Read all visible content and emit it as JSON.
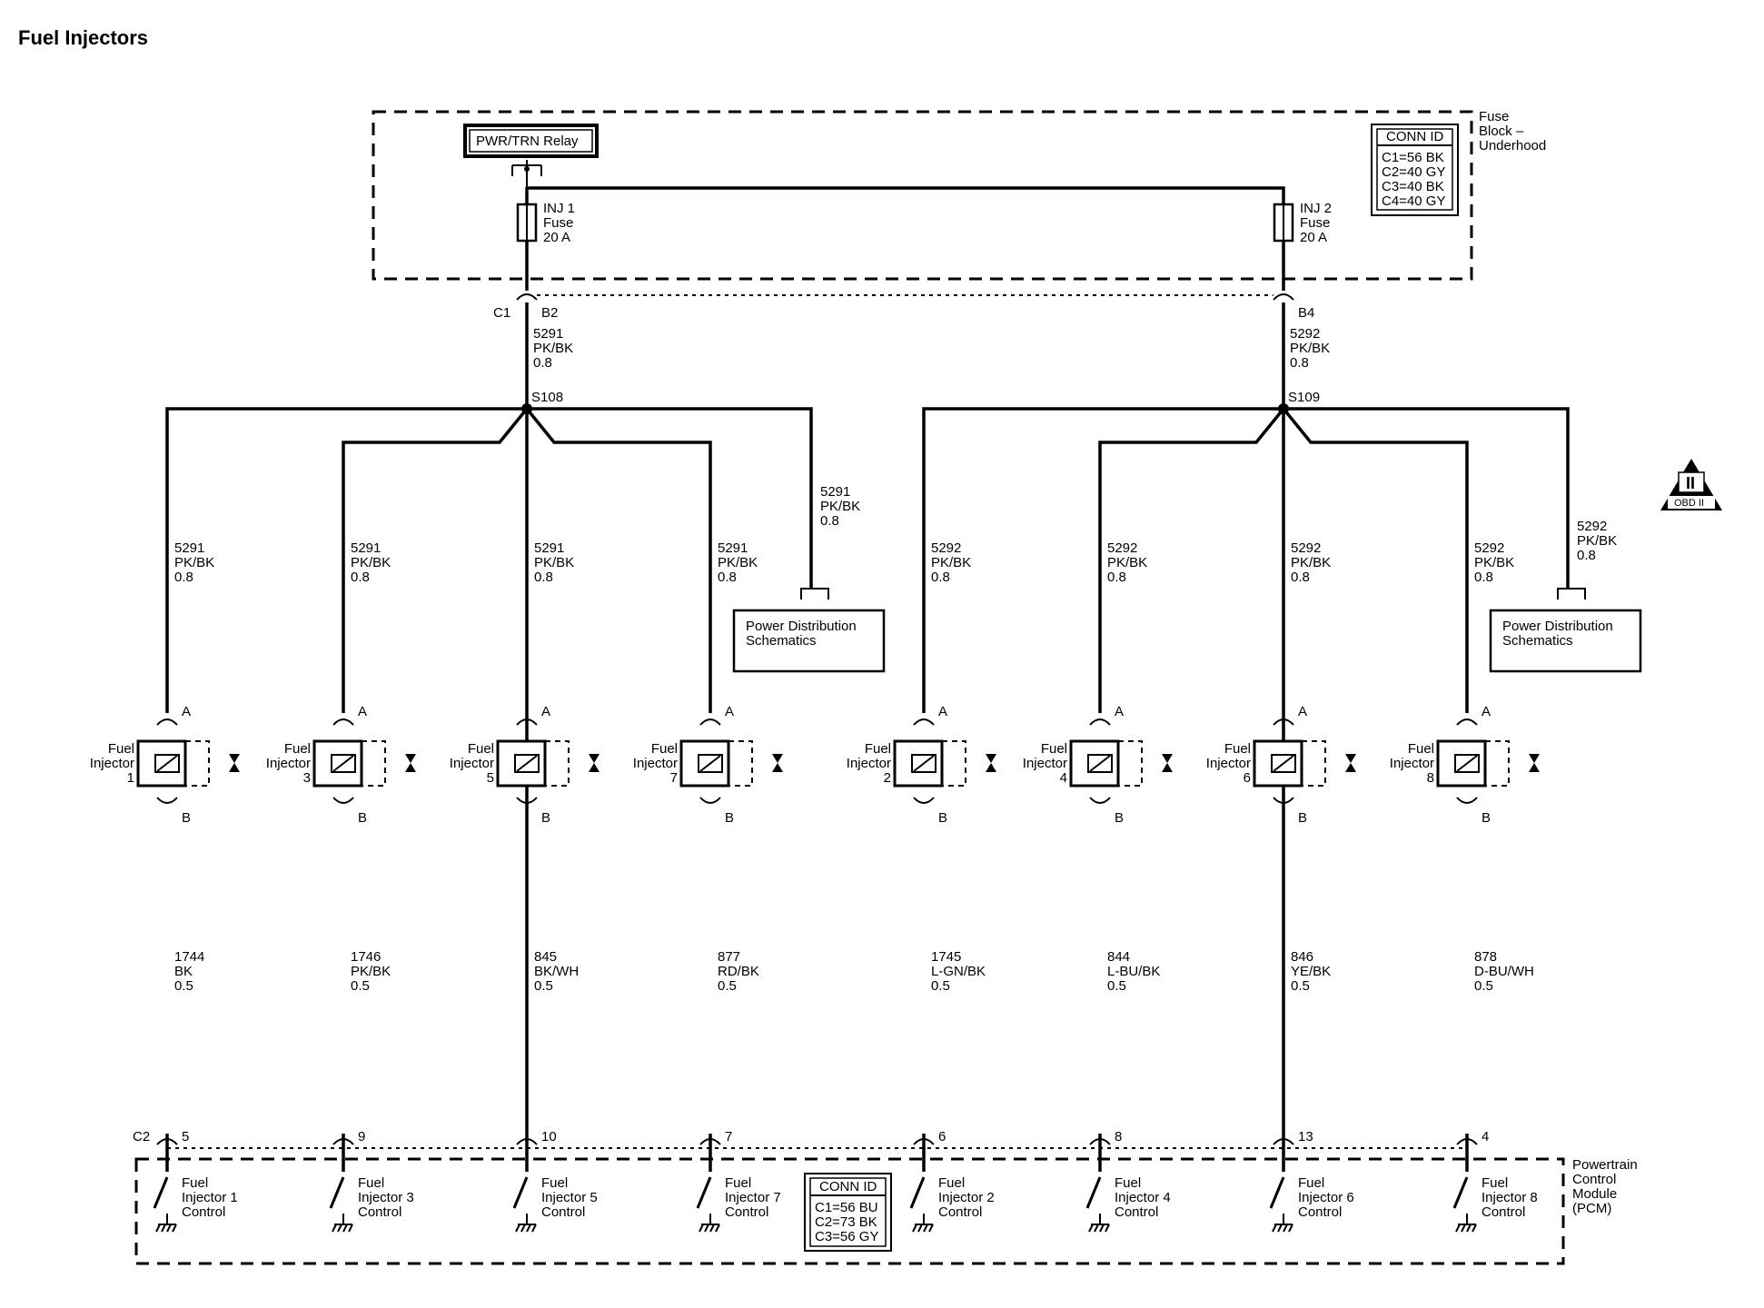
{
  "title": "Fuel Injectors",
  "fuse_block": {
    "label": [
      "Fuse",
      "Block –",
      "Underhood"
    ],
    "relay": "PWR/TRN Relay",
    "conn_id": {
      "header": "CONN ID",
      "lines": [
        "C1=56 BK",
        "C2=40 GY",
        "C3=40 BK",
        "C4=40 GY"
      ]
    },
    "fuses": [
      {
        "lines": [
          "INJ 1",
          "Fuse",
          "20 A"
        ],
        "conn": "C1",
        "pin": "B2",
        "wire": [
          "5291",
          "PK/BK",
          "0.8"
        ],
        "splice": "S108"
      },
      {
        "lines": [
          "INJ 2",
          "Fuse",
          "20 A"
        ],
        "conn": "",
        "pin": "B4",
        "wire": [
          "5292",
          "PK/BK",
          "0.8"
        ],
        "splice": "S109"
      }
    ]
  },
  "power_distribution": {
    "label": [
      "Power Distribution",
      "Schematics"
    ],
    "wires": [
      [
        "5291",
        "PK/BK",
        "0.8"
      ],
      [
        "5292",
        "PK/BK",
        "0.8"
      ]
    ]
  },
  "obd_badge": {
    "top": "II",
    "bottom": "OBD II"
  },
  "injectors": [
    {
      "num": "1",
      "pin_a": "A",
      "pin_b": "B",
      "supply": [
        "5291",
        "PK/BK",
        "0.8"
      ],
      "control": [
        "1744",
        "BK",
        "0.5"
      ],
      "pcm_pin": "5",
      "pcm_label": [
        "Fuel",
        "Injector 1",
        "Control"
      ]
    },
    {
      "num": "3",
      "pin_a": "A",
      "pin_b": "B",
      "supply": [
        "5291",
        "PK/BK",
        "0.8"
      ],
      "control": [
        "1746",
        "PK/BK",
        "0.5"
      ],
      "pcm_pin": "9",
      "pcm_label": [
        "Fuel",
        "Injector 3",
        "Control"
      ]
    },
    {
      "num": "5",
      "pin_a": "A",
      "pin_b": "B",
      "supply": [
        "5291",
        "PK/BK",
        "0.8"
      ],
      "control": [
        "845",
        "BK/WH",
        "0.5"
      ],
      "pcm_pin": "10",
      "pcm_label": [
        "Fuel",
        "Injector 5",
        "Control"
      ]
    },
    {
      "num": "7",
      "pin_a": "A",
      "pin_b": "B",
      "supply": [
        "5291",
        "PK/BK",
        "0.8"
      ],
      "control": [
        "877",
        "RD/BK",
        "0.5"
      ],
      "pcm_pin": "7",
      "pcm_label": [
        "Fuel",
        "Injector 7",
        "Control"
      ]
    },
    {
      "num": "2",
      "pin_a": "A",
      "pin_b": "B",
      "supply": [
        "5292",
        "PK/BK",
        "0.8"
      ],
      "control": [
        "1745",
        "L-GN/BK",
        "0.5"
      ],
      "pcm_pin": "6",
      "pcm_label": [
        "Fuel",
        "Injector 2",
        "Control"
      ]
    },
    {
      "num": "4",
      "pin_a": "A",
      "pin_b": "B",
      "supply": [
        "5292",
        "PK/BK",
        "0.8"
      ],
      "control": [
        "844",
        "L-BU/BK",
        "0.5"
      ],
      "pcm_pin": "8",
      "pcm_label": [
        "Fuel",
        "Injector 4",
        "Control"
      ]
    },
    {
      "num": "6",
      "pin_a": "A",
      "pin_b": "B",
      "supply": [
        "5292",
        "PK/BK",
        "0.8"
      ],
      "control": [
        "846",
        "YE/BK",
        "0.5"
      ],
      "pcm_pin": "13",
      "pcm_label": [
        "Fuel",
        "Injector 6",
        "Control"
      ]
    },
    {
      "num": "8",
      "pin_a": "A",
      "pin_b": "B",
      "supply": [
        "5292",
        "PK/BK",
        "0.8"
      ],
      "control": [
        "878",
        "D-BU/WH",
        "0.5"
      ],
      "pcm_pin": "4",
      "pcm_label": [
        "Fuel",
        "Injector 8",
        "Control"
      ]
    }
  ],
  "injector_label": [
    "Fuel",
    "Injector"
  ],
  "pcm": {
    "connector": "C2",
    "label": [
      "Powertrain",
      "Control",
      "Module",
      "(PCM)"
    ],
    "conn_id": {
      "header": "CONN ID",
      "lines": [
        "C1=56 BU",
        "C2=73 BK",
        "C3=56 GY"
      ]
    }
  }
}
